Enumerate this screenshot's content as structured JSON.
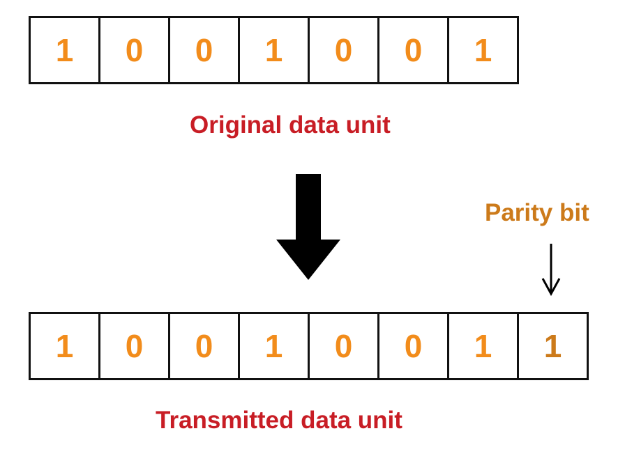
{
  "original": {
    "bits": [
      "1",
      "0",
      "0",
      "1",
      "0",
      "0",
      "1"
    ],
    "caption": "Original data unit"
  },
  "transmitted": {
    "bits": [
      "1",
      "0",
      "0",
      "1",
      "0",
      "0",
      "1",
      "1"
    ],
    "caption": "Transmitted data unit"
  },
  "parity": {
    "label": "Parity bit"
  },
  "colors": {
    "bit_text": "#f28c1b",
    "parity_text": "#cc7a1a",
    "caption_text": "#c81d25",
    "border": "#111111"
  },
  "icons": {
    "main_arrow": "arrow-down-icon",
    "parity_pointer": "arrow-down-icon"
  }
}
